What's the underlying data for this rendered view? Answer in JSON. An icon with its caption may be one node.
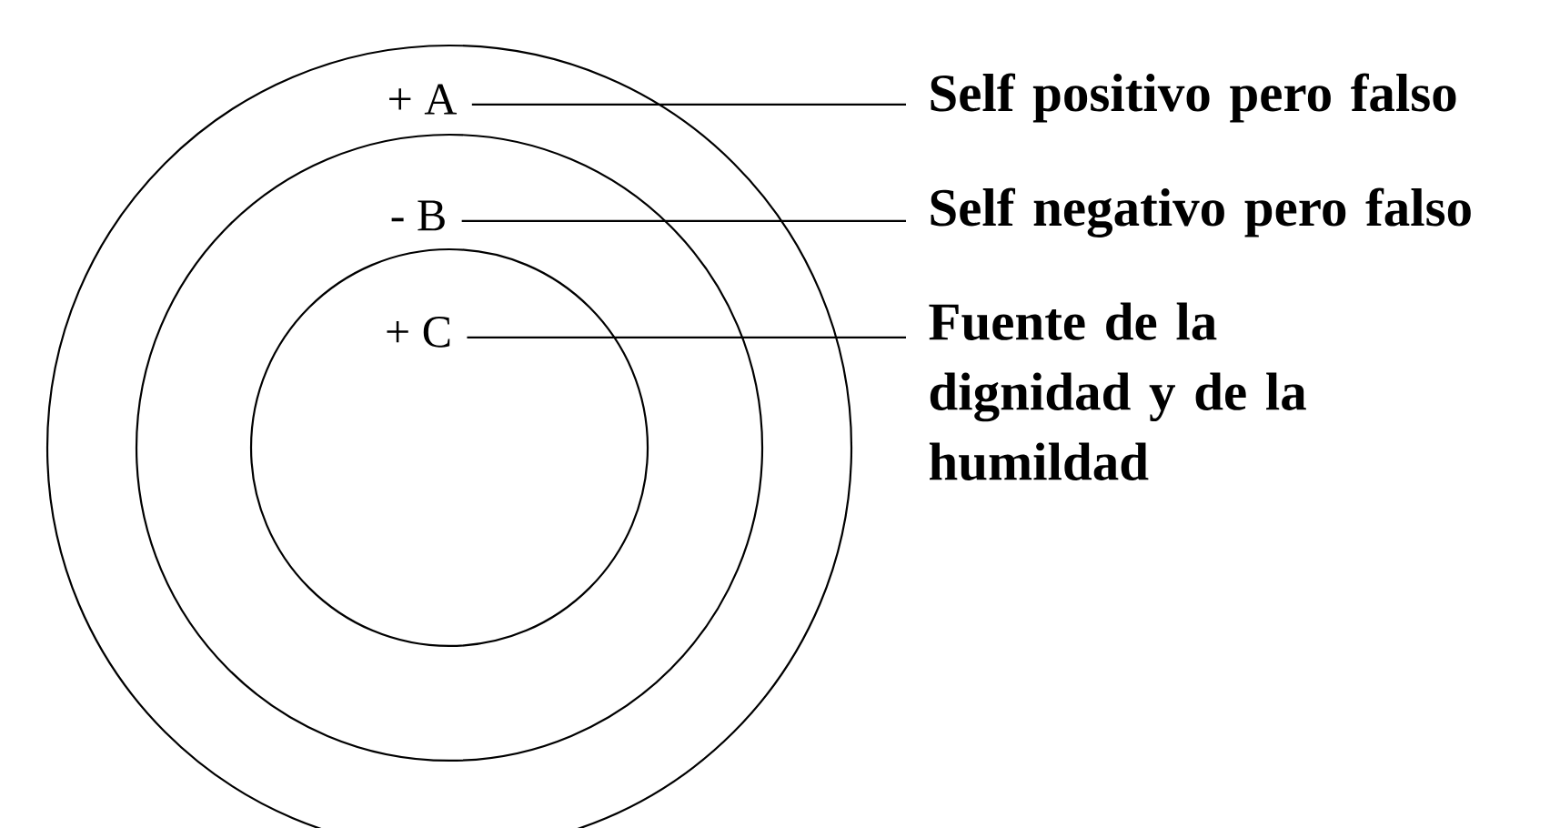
{
  "diagram": {
    "nodes": [
      {
        "text": [],
        "shape": "circle"
      },
      {
        "text": [],
        "shape": "circle",
        "in": 0
      },
      {
        "text": [],
        "shape": "circle",
        "in": 1
      },
      {
        "text": [
          "+  A"
        ],
        "in": 0
      },
      {
        "text": [
          "-  B"
        ],
        "in": 1
      },
      {
        "text": [
          "+  C"
        ],
        "in": 2
      },
      {
        "text": [
          "Self positivo pero falso"
        ]
      },
      {
        "text": [
          "Self negativo pero falso"
        ]
      },
      {
        "text": [
          "Fuente de la dignidad y de la humildad"
        ]
      }
    ],
    "edges": [
      {
        "from": 3,
        "to": 6,
        "arrow": "none"
      },
      {
        "from": 4,
        "to": 7,
        "arrow": "none"
      },
      {
        "from": 5,
        "to": 8,
        "arrow": "none"
      }
    ]
  }
}
